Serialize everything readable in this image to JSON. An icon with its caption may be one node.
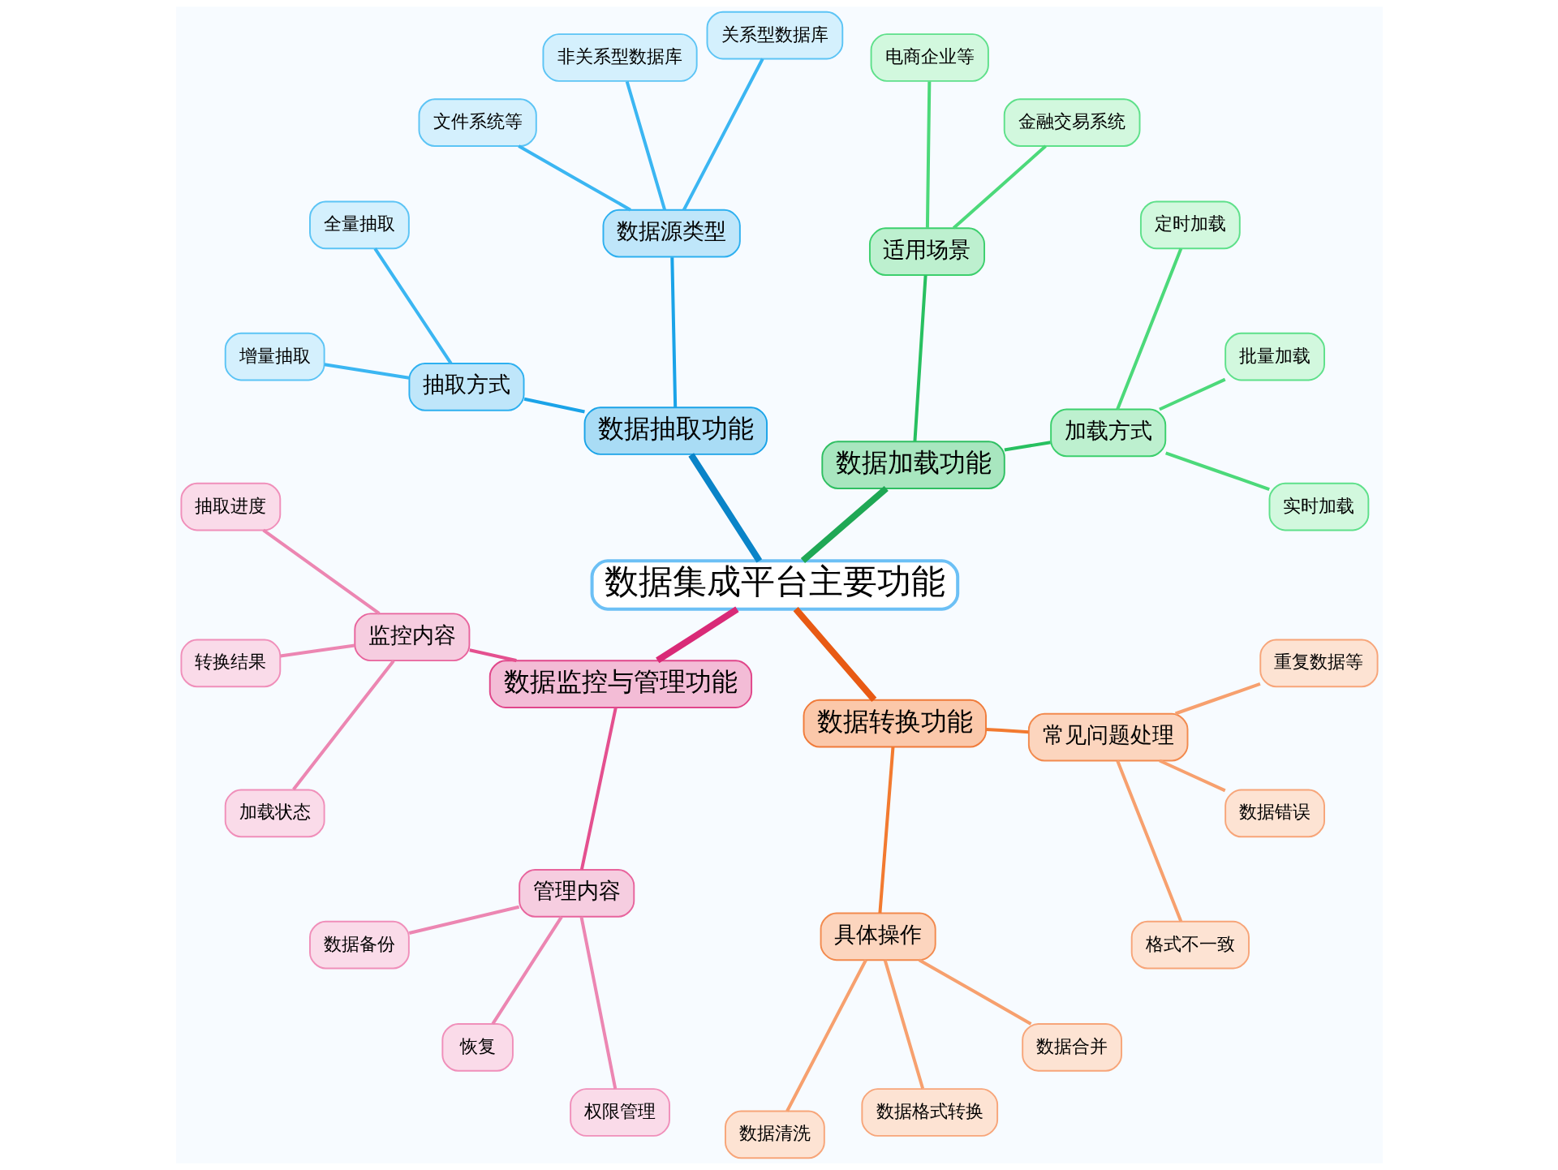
{
  "diagram": {
    "nodes": [
      {
        "text": [
          "数据集成平台主要功能"
        ]
      },
      {
        "text": [
          "数据加载功能"
        ]
      },
      {
        "text": [
          "加载方式"
        ]
      },
      {
        "text": [
          "实时加载"
        ]
      },
      {
        "text": [
          "批量加载"
        ]
      },
      {
        "text": [
          "定时加载"
        ]
      },
      {
        "text": [
          "适用场景"
        ]
      },
      {
        "text": [
          "金融交易系统"
        ]
      },
      {
        "text": [
          "电商企业等"
        ]
      },
      {
        "text": [
          "数据抽取功能"
        ]
      },
      {
        "text": [
          "数据源类型"
        ]
      },
      {
        "text": [
          "关系型数据库"
        ]
      },
      {
        "text": [
          "非关系型数据库"
        ]
      },
      {
        "text": [
          "文件系统等"
        ]
      },
      {
        "text": [
          "抽取方式"
        ]
      },
      {
        "text": [
          "全量抽取"
        ]
      },
      {
        "text": [
          "增量抽取"
        ]
      },
      {
        "text": [
          "数据监控与管理功能"
        ]
      },
      {
        "text": [
          "监控内容"
        ]
      },
      {
        "text": [
          "抽取进度"
        ]
      },
      {
        "text": [
          "转换结果"
        ]
      },
      {
        "text": [
          "加载状态"
        ]
      },
      {
        "text": [
          "管理内容"
        ]
      },
      {
        "text": [
          "数据备份"
        ]
      },
      {
        "text": [
          "恢复"
        ]
      },
      {
        "text": [
          "权限管理"
        ]
      },
      {
        "text": [
          "数据转换功能"
        ]
      },
      {
        "text": [
          "具体操作"
        ]
      },
      {
        "text": [
          "数据清洗"
        ]
      },
      {
        "text": [
          "数据格式转换"
        ]
      },
      {
        "text": [
          "数据合并"
        ]
      },
      {
        "text": [
          "常见问题处理"
        ]
      },
      {
        "text": [
          "格式不一致"
        ]
      },
      {
        "text": [
          "数据错误"
        ]
      },
      {
        "text": [
          "重复数据等"
        ]
      }
    ],
    "edges": [
      {
        "from": 0,
        "to": 1,
        "arrow": "none",
        "style": "thick",
        "color": "#1fa855"
      },
      {
        "from": 1,
        "to": 2,
        "arrow": "none",
        "color": "#28c060"
      },
      {
        "from": 2,
        "to": 3,
        "arrow": "none",
        "color": "#4cd97a"
      },
      {
        "from": 2,
        "to": 4,
        "arrow": "none",
        "color": "#4cd97a"
      },
      {
        "from": 2,
        "to": 5,
        "arrow": "none",
        "color": "#4cd97a"
      },
      {
        "from": 1,
        "to": 6,
        "arrow": "none",
        "color": "#28c060"
      },
      {
        "from": 6,
        "to": 7,
        "arrow": "none",
        "color": "#4cd97a"
      },
      {
        "from": 6,
        "to": 8,
        "arrow": "none",
        "color": "#4cd97a"
      },
      {
        "from": 0,
        "to": 9,
        "arrow": "none",
        "style": "thick",
        "color": "#0a84c8"
      },
      {
        "from": 9,
        "to": 10,
        "arrow": "none",
        "color": "#1aa3e8"
      },
      {
        "from": 10,
        "to": 11,
        "arrow": "none",
        "color": "#3bb6f2"
      },
      {
        "from": 10,
        "to": 12,
        "arrow": "none",
        "color": "#3bb6f2"
      },
      {
        "from": 10,
        "to": 13,
        "arrow": "none",
        "color": "#3bb6f2"
      },
      {
        "from": 9,
        "to": 14,
        "arrow": "none",
        "color": "#1aa3e8"
      },
      {
        "from": 14,
        "to": 15,
        "arrow": "none",
        "color": "#3bb6f2"
      },
      {
        "from": 14,
        "to": 16,
        "arrow": "none",
        "color": "#3bb6f2"
      },
      {
        "from": 0,
        "to": 17,
        "arrow": "none",
        "style": "thick",
        "color": "#d92a77"
      },
      {
        "from": 17,
        "to": 18,
        "arrow": "none",
        "color": "#e4508f"
      },
      {
        "from": 18,
        "to": 19,
        "arrow": "none",
        "color": "#ec86b2"
      },
      {
        "from": 18,
        "to": 20,
        "arrow": "none",
        "color": "#ec86b2"
      },
      {
        "from": 18,
        "to": 21,
        "arrow": "none",
        "color": "#ec86b2"
      },
      {
        "from": 17,
        "to": 22,
        "arrow": "none",
        "color": "#e4508f"
      },
      {
        "from": 22,
        "to": 23,
        "arrow": "none",
        "color": "#ec86b2"
      },
      {
        "from": 22,
        "to": 24,
        "arrow": "none",
        "color": "#ec86b2"
      },
      {
        "from": 22,
        "to": 25,
        "arrow": "none",
        "color": "#ec86b2"
      },
      {
        "from": 0,
        "to": 26,
        "arrow": "none",
        "style": "thick",
        "color": "#e85a14"
      },
      {
        "from": 26,
        "to": 27,
        "arrow": "none",
        "color": "#f27a30"
      },
      {
        "from": 27,
        "to": 28,
        "arrow": "none",
        "color": "#f7a06e"
      },
      {
        "from": 27,
        "to": 29,
        "arrow": "none",
        "color": "#f7a06e"
      },
      {
        "from": 27,
        "to": 30,
        "arrow": "none",
        "color": "#f7a06e"
      },
      {
        "from": 26,
        "to": 31,
        "arrow": "none",
        "color": "#f27a30"
      },
      {
        "from": 31,
        "to": 32,
        "arrow": "none",
        "color": "#f7a06e"
      },
      {
        "from": 31,
        "to": 33,
        "arrow": "none",
        "color": "#f7a06e"
      },
      {
        "from": 31,
        "to": 34,
        "arrow": "none",
        "color": "#f7a06e"
      }
    ]
  }
}
